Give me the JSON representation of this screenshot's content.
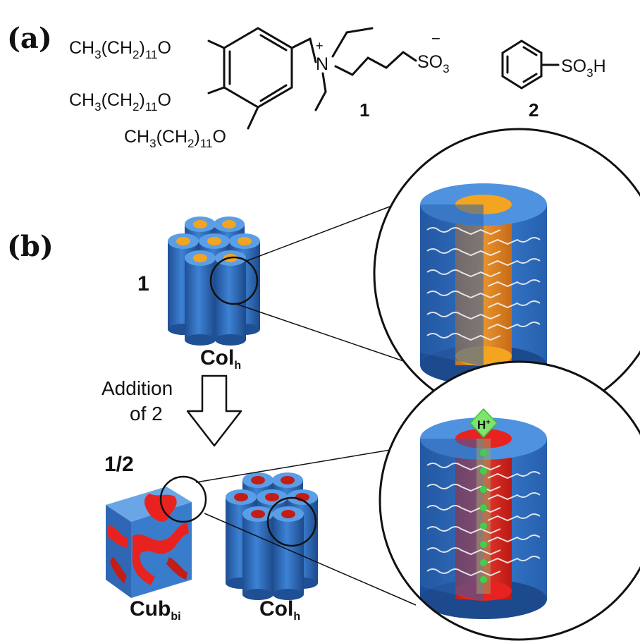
{
  "panel_a": {
    "label": "(a)",
    "chain_formula_prefix": "CH",
    "chain_sub_3": "3",
    "chain_mid": "(CH",
    "chain_sub_2": "2",
    "chain_close": ")",
    "chain_sub_11": "11",
    "chain_oxygen": "O",
    "nitrogen": "N",
    "plus_charge": "+",
    "sulfonate_prefix": "SO",
    "sulfonate_sub": "3",
    "minus_charge": "−",
    "compound_1_label": "1",
    "acid_prefix": "SO",
    "acid_sub": "3",
    "acid_h": "H",
    "compound_2_label": "2"
  },
  "panel_b": {
    "label": "(b)",
    "top_compound_label": "1",
    "colh_main": "Col",
    "colh_sub": "h",
    "addition_line1": "Addition",
    "addition_line2": "of 2",
    "mixture_label": "1/2",
    "cub_main": "Cub",
    "cub_sub": "bi",
    "colh2_main": "Col",
    "colh2_sub": "h",
    "proton_label": "H",
    "proton_charge": "+"
  },
  "colors": {
    "column_blue": "#3a78c9",
    "column_dark": "#1f4f94",
    "core_orange": "#f3a521",
    "core_red": "#e8231f",
    "proton_green": "#3fd04a"
  }
}
